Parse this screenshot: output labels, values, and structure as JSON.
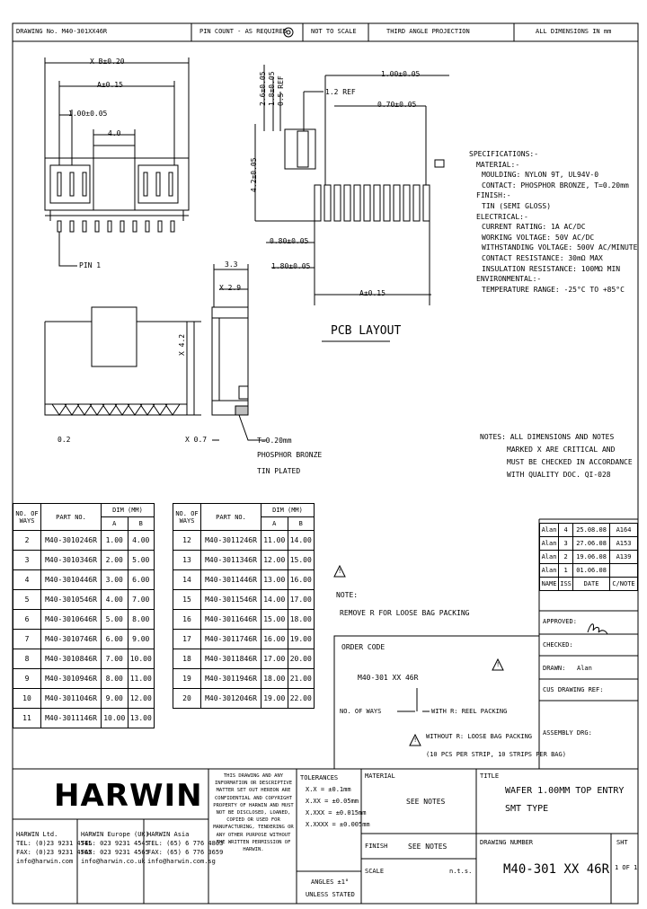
{
  "title_bar": {
    "drawing_no": "DRAWING No. M40-301XX46R",
    "pin_count": "PIN COUNT - AS REQUIRED",
    "scale": "NOT TO SCALE",
    "projection": "THIRD ANGLE PROJECTION",
    "units": "ALL DIMENSIONS IN mm"
  },
  "dims": {
    "b_plus": "X B±0.20",
    "a_plus": "A±0.15",
    "pitch": "1.00±0.05",
    "four": "4.0",
    "pin1": "PIN 1",
    "dim_33": "3.3",
    "dim_29": "X 2.9",
    "dim_42": "X 4.2",
    "dim_02": "0.2",
    "dim_07": "X 0.7",
    "t_020": "T=0.20mm",
    "phosphor": "PHOSPHOR BRONZE",
    "tin": "TIN PLATED",
    "v_26": "2.6±0.05",
    "v_18": "1.8±0.05",
    "v_05": "0.5 REF",
    "v_42": "4.2±0.05",
    "pcb_1": "1.00±0.05",
    "pcb_07": "0.70±0.05",
    "pcb_12": "1.2 REF",
    "pcb_08": "0.80±0.05",
    "pcb_18": "1.80±0.05",
    "pcb_a": "A±0.15",
    "pcb_layout": "PCB LAYOUT"
  },
  "specs": [
    "SPECIFICATIONS:-",
    "MATERIAL:-",
    "MOULDING: NYLON 9T, UL94V-0",
    "CONTACT: PHOSPHOR BRONZE, T=0.20mm",
    "FINISH:-",
    "TIN (SEMI GLOSS)",
    "ELECTRICAL:-",
    "CURRENT RATING: 1A AC/DC",
    "WORKING VOLTAGE: 50V AC/DC",
    "WITHSTANDING VOLTAGE: 500V AC/MINUTE",
    "CONTACT RESISTANCE: 30mΩ MAX",
    "INSULATION RESISTANCE: 100MΩ MIN",
    "ENVIRONMENTAL:-",
    "TEMPERATURE RANGE: -25°C TO +85°C"
  ],
  "notes": [
    "NOTES: ALL DIMENSIONS AND NOTES",
    "MARKED X ARE CRITICAL AND",
    "MUST BE CHECKED IN ACCORDANCE",
    "WITH QUALITY DOC. QI-028"
  ],
  "table_headers": {
    "ways": "NO. OF WAYS",
    "part": "PART NO.",
    "dim": "DIM (MM)",
    "a": "A",
    "b": "B"
  },
  "table_left": [
    [
      "2",
      "M40-3010246R",
      "1.00",
      "4.00"
    ],
    [
      "3",
      "M40-3010346R",
      "2.00",
      "5.00"
    ],
    [
      "4",
      "M40-3010446R",
      "3.00",
      "6.00"
    ],
    [
      "5",
      "M40-3010546R",
      "4.00",
      "7.00"
    ],
    [
      "6",
      "M40-3010646R",
      "5.00",
      "8.00"
    ],
    [
      "7",
      "M40-3010746R",
      "6.00",
      "9.00"
    ],
    [
      "8",
      "M40-3010846R",
      "7.00",
      "10.00"
    ],
    [
      "9",
      "M40-3010946R",
      "8.00",
      "11.00"
    ],
    [
      "10",
      "M40-3011046R",
      "9.00",
      "12.00"
    ],
    [
      "11",
      "M40-3011146R",
      "10.00",
      "13.00"
    ]
  ],
  "table_right": [
    [
      "12",
      "M40-3011246R",
      "11.00",
      "14.00"
    ],
    [
      "13",
      "M40-3011346R",
      "12.00",
      "15.00"
    ],
    [
      "14",
      "M40-3011446R",
      "13.00",
      "16.00"
    ],
    [
      "15",
      "M40-3011546R",
      "14.00",
      "17.00"
    ],
    [
      "16",
      "M40-3011646R",
      "15.00",
      "18.00"
    ],
    [
      "17",
      "M40-3011746R",
      "16.00",
      "19.00"
    ],
    [
      "18",
      "M40-3011846R",
      "17.00",
      "20.00"
    ],
    [
      "19",
      "M40-3011946R",
      "18.00",
      "21.00"
    ],
    [
      "20",
      "M40-3012046R",
      "19.00",
      "22.00"
    ]
  ],
  "note_symbol": "!",
  "note_label": "NOTE:",
  "note_text": "REMOVE R FOR LOOSE BAG PACKING",
  "order": {
    "title": "ORDER CODE",
    "code": "M40-301 XX 46R",
    "ways": "NO. OF WAYS",
    "reel": "WITH R: REEL PACKING",
    "loose1": "WITHOUT R: LOOSE BAG PACKING",
    "loose2": "(10 PCS PER STRIP, 10 STRIPS PER BAG)"
  },
  "rev_rows": [
    [
      "Alan",
      "4",
      "25.08.08",
      "A164"
    ],
    [
      "Alan",
      "3",
      "27.06.08",
      "A153"
    ],
    [
      "Alan",
      "2",
      "19.06.08",
      "A139"
    ],
    [
      "Alan",
      "1",
      "01.06.08",
      ""
    ]
  ],
  "rev_head": [
    "NAME",
    "ISS",
    "DATE",
    "C/NOTE"
  ],
  "approvals": {
    "approved": "APPROVED:",
    "checked": "CHECKED:",
    "drawn": "DRAWN:",
    "drawn_val": "Alan",
    "cus": "CUS DRAWING REF:",
    "assembly": "ASSEMBLY DRG:"
  },
  "logo": "HARWIN",
  "offices": [
    [
      "HARWIN Ltd.",
      "TEL: (0)23 9231 4545",
      "FAX: (0)23 9231 4565",
      "info@harwin.com"
    ],
    [
      "HARWIN Europe (UK)",
      "TEL: 023 9231 4545",
      "FAX: 023 9231 4565",
      "info@harwin.co.uk"
    ],
    [
      "HARWIN Asia",
      "TEL: (65) 6 776 4803",
      "FAX: (65) 6 776 3659",
      "info@harwin.com.sg"
    ]
  ],
  "confidential": "THIS DRAWING AND ANY INFORMATION OR DESCRIPTIVE MATTER SET OUT HEREON ARE CONFIDENTIAL AND COPYRIGHT PROPERTY OF HARWIN AND MUST NOT BE DISCLOSED, LOANED, COPIED OR USED FOR MANUFACTURING, TENDERING OR ANY OTHER PURPOSE WITHOUT THE WRITTEN PERMISSION OF HARWIN.",
  "tolerances": {
    "title": "TOLERANCES",
    "x": "X.X = ±0.1mm",
    "xx": "X.XX = ±0.05mm",
    "xxx": "X.XXX = ±0.015mm",
    "xxxx": "X.XXXX = ±0.005mm",
    "angles": "ANGLES ±1°",
    "unless": "UNLESS STATED"
  },
  "material": {
    "label": "MATERIAL",
    "value": "SEE NOTES"
  },
  "finish": {
    "label": "FINISH",
    "value": "SEE NOTES"
  },
  "scale_lbl": {
    "label": "SCALE",
    "value": "n.t.s."
  },
  "title_box": {
    "label": "TITLE",
    "line1": "WAFER 1.00MM TOP ENTRY",
    "line2": "SMT TYPE"
  },
  "drawing_number": {
    "label": "DRAWING NUMBER",
    "value": "M40-301 XX 46R"
  },
  "sheet": {
    "label": "SHT",
    "value": "1 OF 1"
  }
}
